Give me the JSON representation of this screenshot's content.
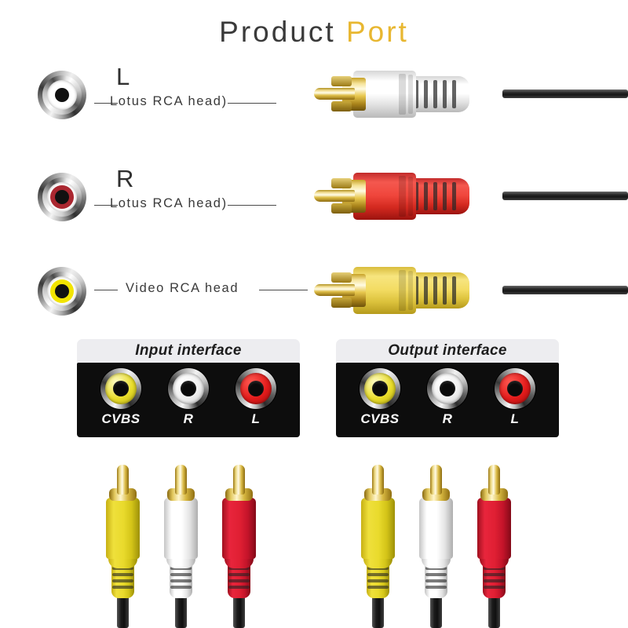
{
  "title": {
    "main": "Product",
    "accent": "Port",
    "accent_color": "#e8b731",
    "main_color": "#3a3a3a"
  },
  "legend": {
    "rows": [
      {
        "letter": "L",
        "label": "Lotus RCA head)",
        "jack_color": "#ffffff",
        "jack_color_name": "white",
        "plug_color": "#ffffff",
        "plug_color_name": "white",
        "icon": "rca-jack-icon"
      },
      {
        "letter": "R",
        "label": "Lotus RCA head)",
        "jack_color": "#aa2730",
        "jack_color_name": "red",
        "plug_color": "#f0463c",
        "plug_color_name": "red",
        "icon": "rca-jack-icon"
      },
      {
        "letter": "",
        "label": "Video RCA head",
        "jack_color": "#f2e400",
        "jack_color_name": "yellow",
        "plug_color": "#f3dc63",
        "plug_color_name": "yellow",
        "icon": "rca-jack-icon"
      }
    ]
  },
  "panels": [
    {
      "title": "Input interface",
      "ports": [
        {
          "label": "CVBS",
          "color": "#e9dd2a",
          "color_name": "yellow"
        },
        {
          "label": "R",
          "color": "#f0f0f0",
          "color_name": "white"
        },
        {
          "label": "L",
          "color": "#e31b1b",
          "color_name": "red"
        }
      ]
    },
    {
      "title": "Output interface",
      "ports": [
        {
          "label": "CVBS",
          "color": "#e9dd2a",
          "color_name": "yellow"
        },
        {
          "label": "R",
          "color": "#f0f0f0",
          "color_name": "white"
        },
        {
          "label": "L",
          "color": "#e31b1b",
          "color_name": "red"
        }
      ]
    }
  ],
  "cable_groups": [
    {
      "group": "input-cable-plugs",
      "plugs": [
        {
          "color_name": "yellow",
          "color": "#e9da2c"
        },
        {
          "color_name": "white",
          "color": "#ffffff"
        },
        {
          "color_name": "red",
          "color": "#e01f33"
        }
      ]
    },
    {
      "group": "output-cable-plugs",
      "plugs": [
        {
          "color_name": "yellow",
          "color": "#e9da2c"
        },
        {
          "color_name": "white",
          "color": "#ffffff"
        },
        {
          "color_name": "red",
          "color": "#e01f33"
        }
      ]
    }
  ]
}
